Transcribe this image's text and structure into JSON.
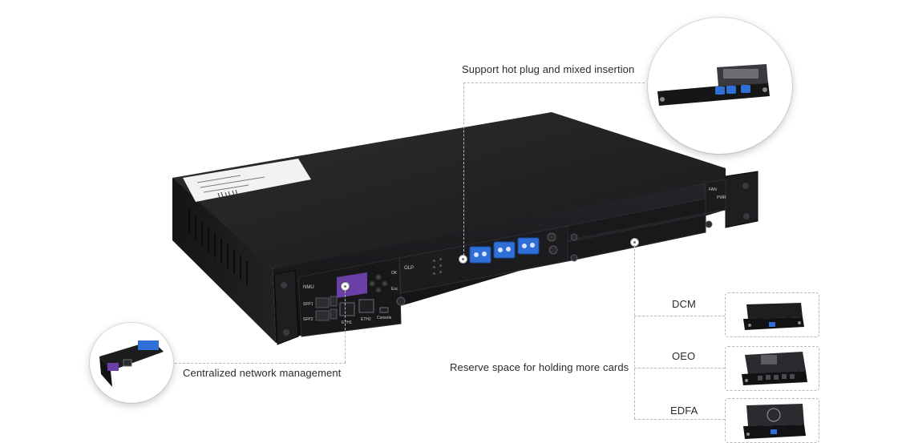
{
  "callouts": {
    "hot_plug": "Support hot plug and mixed insertion",
    "network_management": "Centralized network management",
    "reserve_space": "Reserve space for holding more cards"
  },
  "cards": [
    {
      "label": "DCM"
    },
    {
      "label": "OEO"
    },
    {
      "label": "EDFA"
    }
  ],
  "chassis": {
    "nmu_label": "NMU",
    "olp_label": "OLP",
    "console_label": "Console",
    "eth1_label": "ETH1",
    "eth2_label": "ETH2",
    "sfp1_label": "SFP1",
    "sfp2_label": "SFP2",
    "pwr_label": "PWR",
    "fan_label": "FAN",
    "esc_label": "Esc",
    "ok_label": "OK"
  },
  "colors": {
    "chassis_body": "#1b1b1d",
    "chassis_top": "#2a2a2d",
    "chassis_front": "#141416",
    "lc_connector": "#2f6fd6",
    "lcd_screen": "#6a3fa6",
    "leader_line": "#b9b9b9"
  }
}
